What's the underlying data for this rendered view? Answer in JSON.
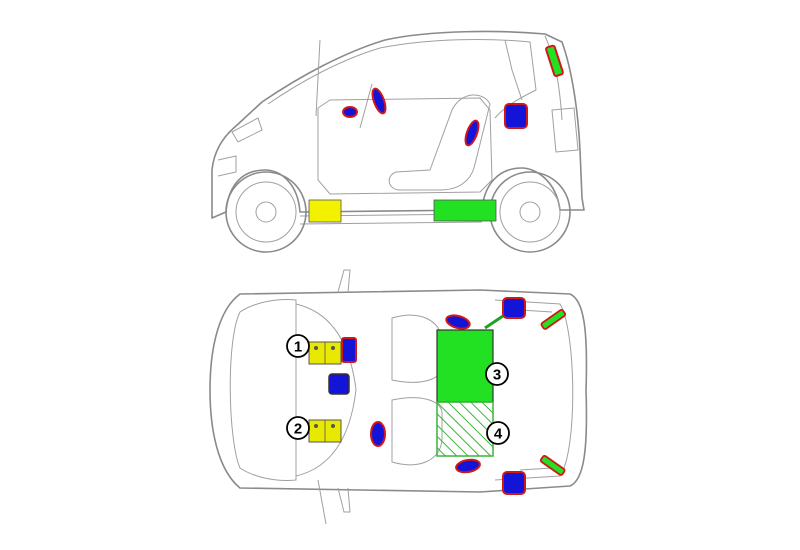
{
  "colors": {
    "outline": "#8a8a8a",
    "airbag_fill": "#1414d8",
    "airbag_border": "#d01818",
    "yellow_zone": "#f2f200",
    "green_zone": "#22e022",
    "battery_fill": "#e8e800",
    "hatch": "#3cb43c"
  },
  "views": [
    "side-view",
    "top-view"
  ],
  "callouts": {
    "c1": "1",
    "c2": "2",
    "c3": "3",
    "c4": "4"
  },
  "icons": [
    "battery-icon",
    "airbag-icon",
    "control-unit-icon",
    "gas-strut-icon"
  ]
}
